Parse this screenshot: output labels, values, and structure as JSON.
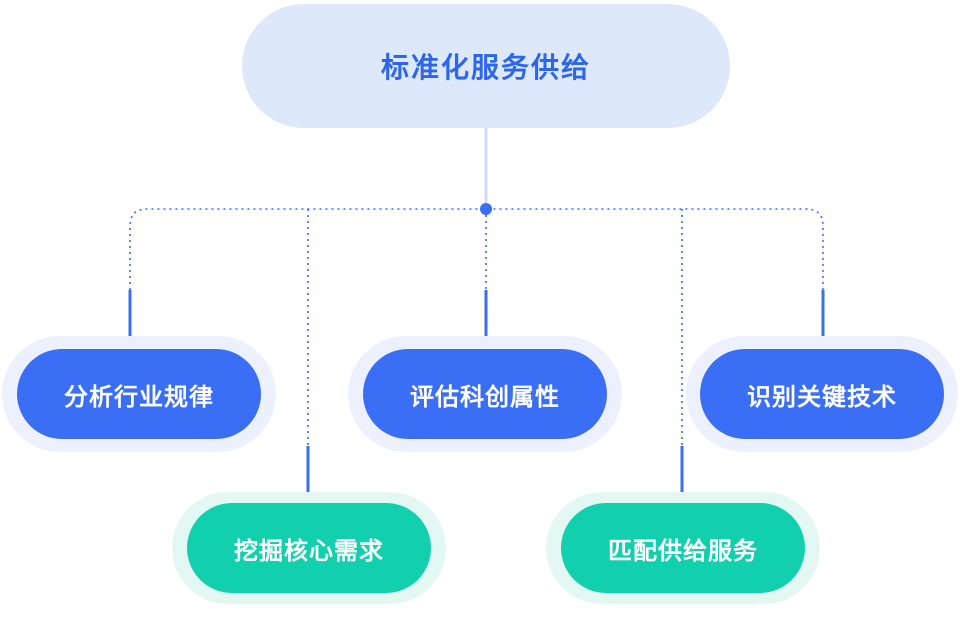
{
  "root": {
    "label": "标准化服务供给"
  },
  "children": [
    {
      "label": "分析行业规律",
      "color": "#3a6ef5"
    },
    {
      "label": "评估科创属性",
      "color": "#3a6ef5"
    },
    {
      "label": "识别关键技术",
      "color": "#3a6ef5"
    },
    {
      "label": "挖掘核心需求",
      "color": "#12d0ad"
    },
    {
      "label": "匹配供给服务",
      "color": "#12d0ad"
    }
  ],
  "colors": {
    "root_fill": "#dde8fb",
    "root_text": "#2c66ee",
    "connector": "#3a6ef5",
    "stem": "#cfdcf8"
  }
}
